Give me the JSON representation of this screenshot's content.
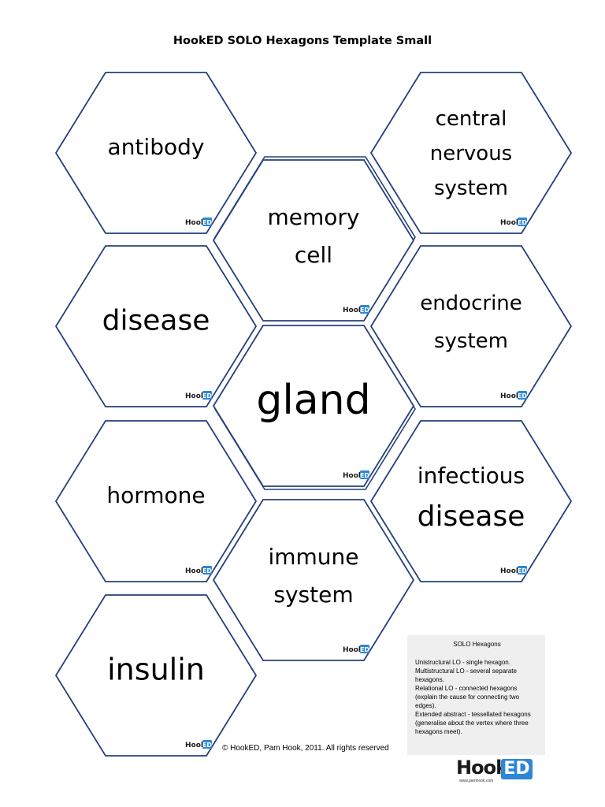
{
  "title": "HookED SOLO Hexagons Template Small",
  "hex_logo": {
    "hook": "Hook",
    "ed": "ED"
  },
  "hexagons": [
    {
      "id": "antibody",
      "lines": [
        "antibody"
      ]
    },
    {
      "id": "central-nervous-system",
      "lines": [
        "central",
        "nervous",
        "system"
      ]
    },
    {
      "id": "memory-cell",
      "lines": [
        "memory",
        "cell"
      ]
    },
    {
      "id": "disease",
      "lines": [
        "disease"
      ]
    },
    {
      "id": "endocrine-system",
      "lines": [
        "endocrine",
        "system"
      ]
    },
    {
      "id": "gland",
      "lines": [
        "gland"
      ]
    },
    {
      "id": "hormone",
      "lines": [
        "hormone"
      ]
    },
    {
      "id": "infectious-disease",
      "lines": [
        "infectious",
        "disease"
      ]
    },
    {
      "id": "immune-system",
      "lines": [
        "immune",
        "system"
      ]
    },
    {
      "id": "insulin",
      "lines": [
        "insulin"
      ]
    }
  ],
  "legend": {
    "title": "SOLO Hexagons",
    "lines": [
      "Unistructural LO - single hexagon.",
      "Multistructural LO - several separate",
      "hexagons.",
      "Relational LO - connected hexagons",
      "(explain the cause for connecting two",
      "edges).",
      "Extended abstract - tessellated hexagons",
      "(generalise about the vertex where three",
      "hexagons meet)."
    ]
  },
  "copyright": "© HookED, Pam Hook, 2011.  All rights reserved",
  "brand": {
    "hook": "Hook",
    "ed": "ED",
    "url": "www.pamhook.com"
  },
  "colors": {
    "hex_stroke": "#24407a",
    "logo_blue": "#2f86d6"
  }
}
